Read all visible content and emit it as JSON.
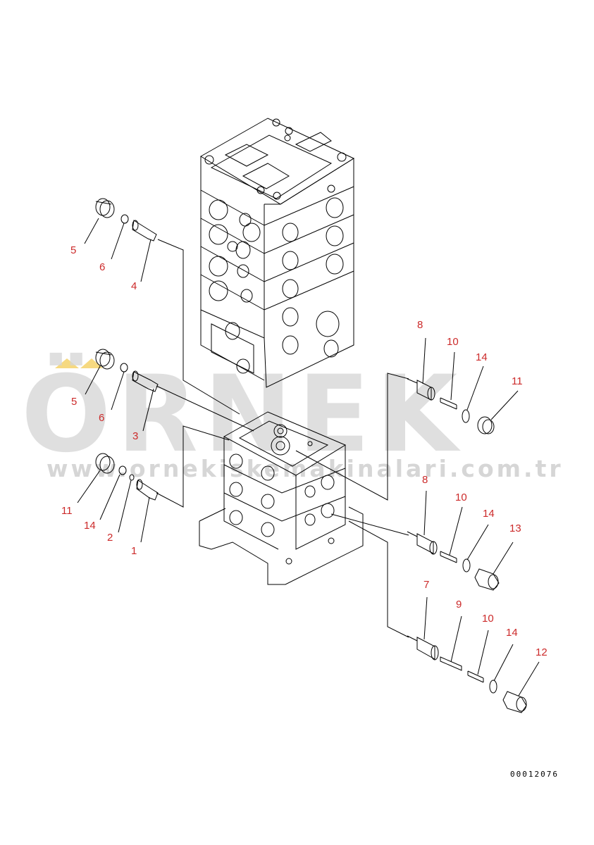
{
  "watermark": {
    "brand": "ÖRNEK",
    "url": "www.ornekiskemakinalari.com.tr"
  },
  "drawing_number": "00012076",
  "callouts": [
    {
      "id": "c5a",
      "label": "5"
    },
    {
      "id": "c6a",
      "label": "6"
    },
    {
      "id": "c4",
      "label": "4"
    },
    {
      "id": "c5b",
      "label": "5"
    },
    {
      "id": "c6b",
      "label": "6"
    },
    {
      "id": "c3",
      "label": "3"
    },
    {
      "id": "c11a",
      "label": "11"
    },
    {
      "id": "c14a",
      "label": "14"
    },
    {
      "id": "c2",
      "label": "2"
    },
    {
      "id": "c1",
      "label": "1"
    },
    {
      "id": "c8a",
      "label": "8"
    },
    {
      "id": "c10a",
      "label": "10"
    },
    {
      "id": "c14b",
      "label": "14"
    },
    {
      "id": "c11b",
      "label": "11"
    },
    {
      "id": "c8b",
      "label": "8"
    },
    {
      "id": "c10b",
      "label": "10"
    },
    {
      "id": "c14c",
      "label": "14"
    },
    {
      "id": "c13",
      "label": "13"
    },
    {
      "id": "c7",
      "label": "7"
    },
    {
      "id": "c9",
      "label": "9"
    },
    {
      "id": "c10c",
      "label": "10"
    },
    {
      "id": "c14d",
      "label": "14"
    },
    {
      "id": "c12",
      "label": "12"
    }
  ]
}
